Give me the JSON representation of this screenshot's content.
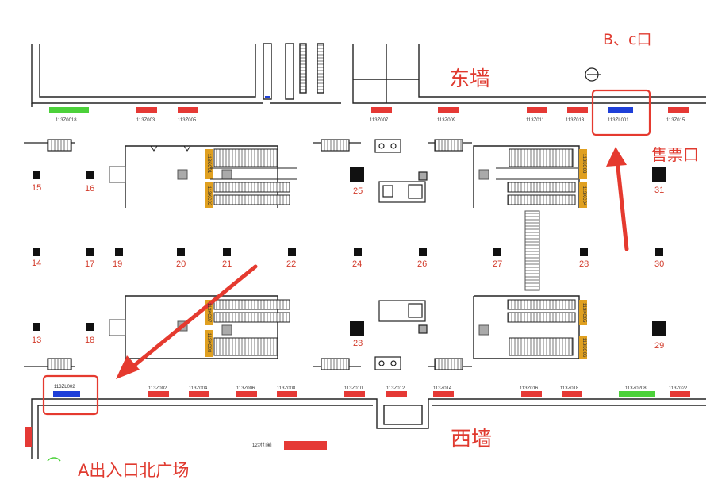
{
  "labels": {
    "east_wall": "东墙",
    "west_wall": "西墙",
    "bc_exit": "B、c口",
    "ticket": "售票口",
    "a_exit": "A出入口北广场",
    "light_box": "12封灯箱"
  },
  "top_codes": [
    "113Z0018",
    "113Z003",
    "113Z005",
    "113Z007",
    "113Z009",
    "113Z011",
    "113Z013",
    "113ZL001",
    "113Z015"
  ],
  "bottom_codes": [
    "113ZL002",
    "113Z002",
    "113Z004",
    "113Z006",
    "113Z008",
    "113Z010",
    "113Z012",
    "113Z014",
    "113Z016",
    "113Z018",
    "113Z0208",
    "113Z022"
  ],
  "escalator_codes": [
    "113KC01",
    "113KC02",
    "113KC03",
    "113KC04",
    "113KC07",
    "113KC08",
    "113KC05",
    "113KC06"
  ],
  "pillars": {
    "row1": [
      "15",
      "16",
      "25",
      "31"
    ],
    "row2": [
      "14",
      "17",
      "19",
      "20",
      "21",
      "22",
      "24",
      "26",
      "27",
      "28",
      "30"
    ],
    "row3": [
      "13",
      "18",
      "23",
      "29"
    ]
  },
  "colors": {
    "red_ad": "#e53935",
    "green_ad": "#4cd13a",
    "blue_ad": "#1e3fd8",
    "arrow": "#e53a2f",
    "label_red": "#e03a2f",
    "escalator_orange": "#e0a020"
  }
}
